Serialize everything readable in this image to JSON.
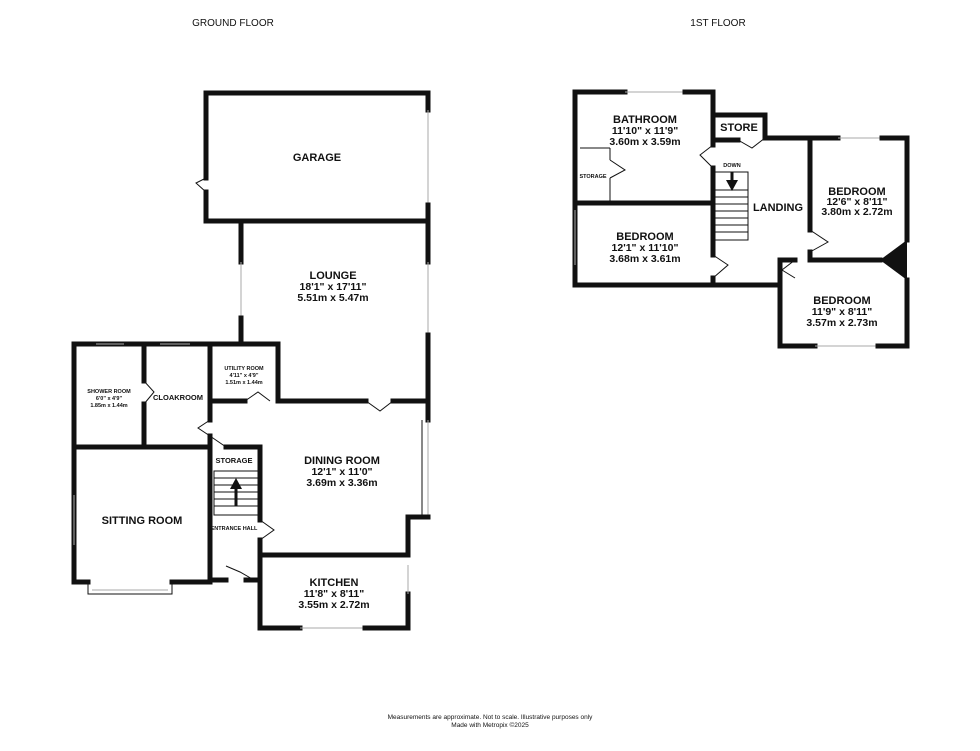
{
  "floors": {
    "ground": "GROUND FLOOR",
    "first": "1ST FLOOR"
  },
  "rooms": {
    "garage": {
      "name": "GARAGE"
    },
    "lounge": {
      "name": "LOUNGE",
      "imperial": "18'1\" x 17'11\"",
      "metric": "5.51m x 5.47m"
    },
    "shower": {
      "name": "SHOWER ROOM",
      "imperial": "6'0\" x 4'9\"",
      "metric": "1.85m x 1.44m"
    },
    "cloakroom": {
      "name": "CLOAKROOM"
    },
    "utility": {
      "name": "UTILITY ROOM",
      "imperial": "4'11\" x 4'9\"",
      "metric": "1.51m x 1.44m"
    },
    "storage": {
      "name": "STORAGE"
    },
    "dining": {
      "name": "DINING ROOM",
      "imperial": "12'1\" x 11'0\"",
      "metric": "3.69m x 3.36m"
    },
    "sitting": {
      "name": "SITTING ROOM"
    },
    "entrance": {
      "name": "ENTRANCE HALL"
    },
    "kitchen": {
      "name": "KITCHEN",
      "imperial": "11'8\" x 8'11\"",
      "metric": "3.55m x 2.72m"
    },
    "bathroom": {
      "name": "BATHROOM",
      "imperial": "11'10\" x 11'9\"",
      "metric": "3.60m x 3.59m"
    },
    "store": {
      "name": "STORE"
    },
    "storage1": {
      "name": "STORAGE"
    },
    "down": {
      "name": "DOWN"
    },
    "landing": {
      "name": "LANDING"
    },
    "bed1": {
      "name": "BEDROOM",
      "imperial": "12'1\" x 11'10\"",
      "metric": "3.68m x 3.61m"
    },
    "bed2": {
      "name": "BEDROOM",
      "imperial": "12'6\" x 8'11\"",
      "metric": "3.80m x 2.72m"
    },
    "bed3": {
      "name": "BEDROOM",
      "imperial": "11'9\" x 8'11\"",
      "metric": "3.57m x 2.73m"
    }
  },
  "footer": {
    "line1": "Measurements are approximate.  Not to scale.  Illustrative purposes only",
    "line2": "Made with Metropix ©2025"
  }
}
